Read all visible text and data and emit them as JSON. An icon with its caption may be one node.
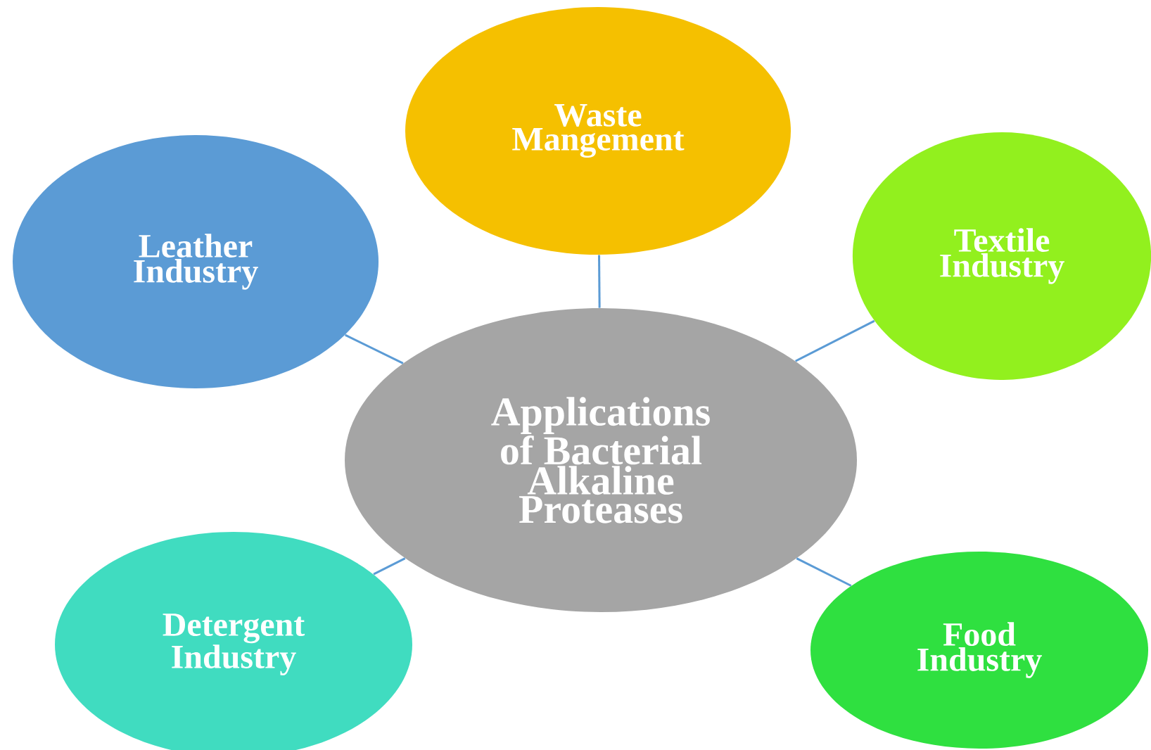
{
  "diagram": {
    "nodes": [
      {
        "text": [
          "Waste Mangement"
        ]
      },
      {
        "text": [
          "Leather Industry"
        ]
      },
      {
        "text": [
          "Textile Industry"
        ]
      },
      {
        "text": [
          "Applications of Bacterial Alkaline Proteases"
        ]
      },
      {
        "text": [
          "Detergent Industry"
        ]
      },
      {
        "text": [
          "Food Industry"
        ]
      }
    ],
    "edges": [
      {
        "from": 3,
        "to": 0,
        "arrow": "none"
      },
      {
        "from": 3,
        "to": 1,
        "arrow": "none"
      },
      {
        "from": 3,
        "to": 2,
        "arrow": "none"
      },
      {
        "from": 3,
        "to": 4,
        "arrow": "none"
      },
      {
        "from": 3,
        "to": 5,
        "arrow": "none"
      }
    ]
  }
}
